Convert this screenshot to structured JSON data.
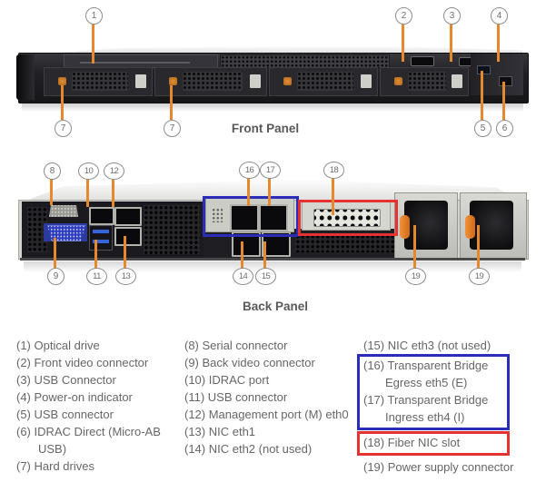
{
  "figures": {
    "front_label": "Front Panel",
    "back_label": "Back Panel"
  },
  "callouts": {
    "front": [
      "1",
      "2",
      "3",
      "4",
      "5",
      "6",
      "7",
      "7"
    ],
    "back": [
      "8",
      "9",
      "10",
      "11",
      "12",
      "13",
      "14",
      "15",
      "16",
      "17",
      "18",
      "19",
      "19"
    ]
  },
  "legend": {
    "col1": [
      "(1) Optical drive",
      "(2) Front video connector",
      "(3) USB Connector",
      "(4) Power-on indicator",
      "(5) USB connector",
      "(6) IDRAC Direct (Micro-AB USB)",
      "(7) Hard drives"
    ],
    "col2": [
      "(8) Serial connector",
      "(9) Back video connector",
      "(10) IDRAC port",
      "(11) USB connector",
      "(12) Management port (M) eth0",
      "(13) NIC eth1",
      "(14) NIC eth2 (not used)"
    ],
    "col3_before": [
      "(15) NIC eth3 (not used)"
    ],
    "col3_blue_box": [
      "(16) Transparent Bridge Egress eth5 (E)",
      "(17) Transparent Bridge Ingress eth4 (I)"
    ],
    "col3_red_box": [
      "(18) Fiber NIC slot"
    ],
    "col3_after": [
      "(19) Power supply connector"
    ]
  },
  "colors": {
    "leader_line_orange": "#E5892E",
    "highlight_blue": "#2B2DB8",
    "highlight_red": "#E53232",
    "legend_text": "#666666"
  }
}
